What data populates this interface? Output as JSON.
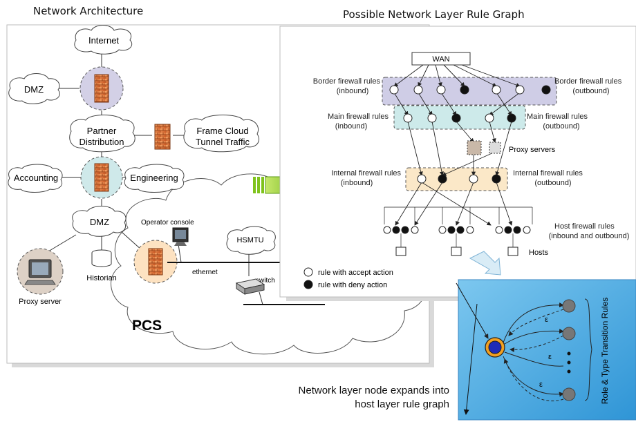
{
  "titles": {
    "left": "Network Architecture",
    "right": "Possible Network Layer Rule Graph"
  },
  "architecture": {
    "internet": "Internet",
    "dmz_top": "DMZ",
    "partner_line1": "Partner",
    "partner_line2": "Distribution",
    "frame_line1": "Frame Cloud",
    "frame_line2": "Tunnel Traffic",
    "accounting": "Accounting",
    "engineering": "Engineering",
    "dmz_bottom": "DMZ",
    "operator_console": "Operator console",
    "hsmtu": "HSMTU",
    "ethernet": "ethernet",
    "switch": "switch",
    "historian": "Historian",
    "proxy_server": "Proxy server",
    "pcs": "PCS"
  },
  "rule_graph": {
    "wan": "WAN",
    "border_in_1": "Border firewall rules",
    "border_in_2": "(inbound)",
    "border_out_1": "Border firewall rules",
    "border_out_2": "(outbound)",
    "main_in_1": "Main firewall rules",
    "main_in_2": "(inbound)",
    "main_out_1": "Main firewall rules",
    "main_out_2": "(outbound)",
    "proxy_servers": "Proxy servers",
    "internal_in_1": "Internal firewall rules",
    "internal_in_2": "(inbound)",
    "internal_out_1": "Internal firewall rules",
    "internal_out_2": "(outbound)",
    "host_1": "Host firewall rules",
    "host_2": "(inbound and outbound)",
    "hosts": "Hosts",
    "legend_accept": "rule with accept action",
    "legend_deny": "rule with deny action"
  },
  "host_graph": {
    "side_label": "Role & Type Transition Rules",
    "epsilon": "ε"
  },
  "caption": {
    "line1": "Network layer node expands into",
    "line2": "host layer rule graph"
  },
  "colors": {
    "dmz_circle": "#d3d0e6",
    "partner_circle": "#cfe9ea",
    "pcs_circle": "#fde2c1",
    "proxy_circle": "#ddd1c6",
    "border_band": "#cfcde6",
    "main_band": "#cdeaea",
    "internal_band": "#fbe8c8",
    "host_panel": "#4aa8e0",
    "arrow_green": "#7fc31c"
  }
}
